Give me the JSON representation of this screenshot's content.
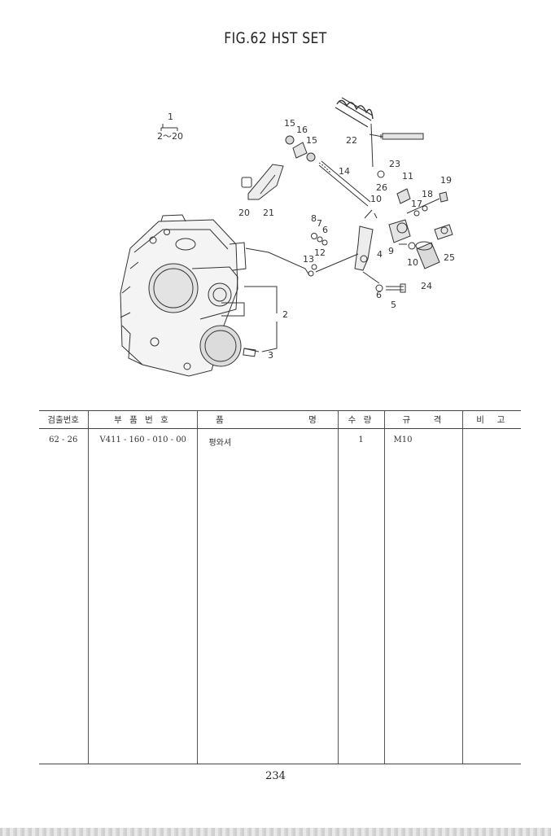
{
  "figure": {
    "title": "FIG.62 HST SET",
    "assembly_ref": "1",
    "assembly_range": "2〜20",
    "callouts": [
      "2",
      "3",
      "4",
      "5",
      "6",
      "6",
      "7",
      "8",
      "9",
      "10",
      "10",
      "11",
      "12",
      "13",
      "14",
      "15",
      "15",
      "16",
      "17",
      "18",
      "19",
      "20",
      "21",
      "22",
      "23",
      "24",
      "25",
      "26"
    ]
  },
  "table": {
    "headers": [
      "검출번호",
      "부 품 번 호",
      "품                명",
      "수 량",
      "규    격",
      "비  고"
    ],
    "rows": [
      {
        "key": "62 - 26",
        "part_number": "V411 - 160 - 010 - 00",
        "name": "평와셔",
        "qty": "1",
        "spec": "M10",
        "remarks": ""
      }
    ]
  },
  "page_number": "234"
}
